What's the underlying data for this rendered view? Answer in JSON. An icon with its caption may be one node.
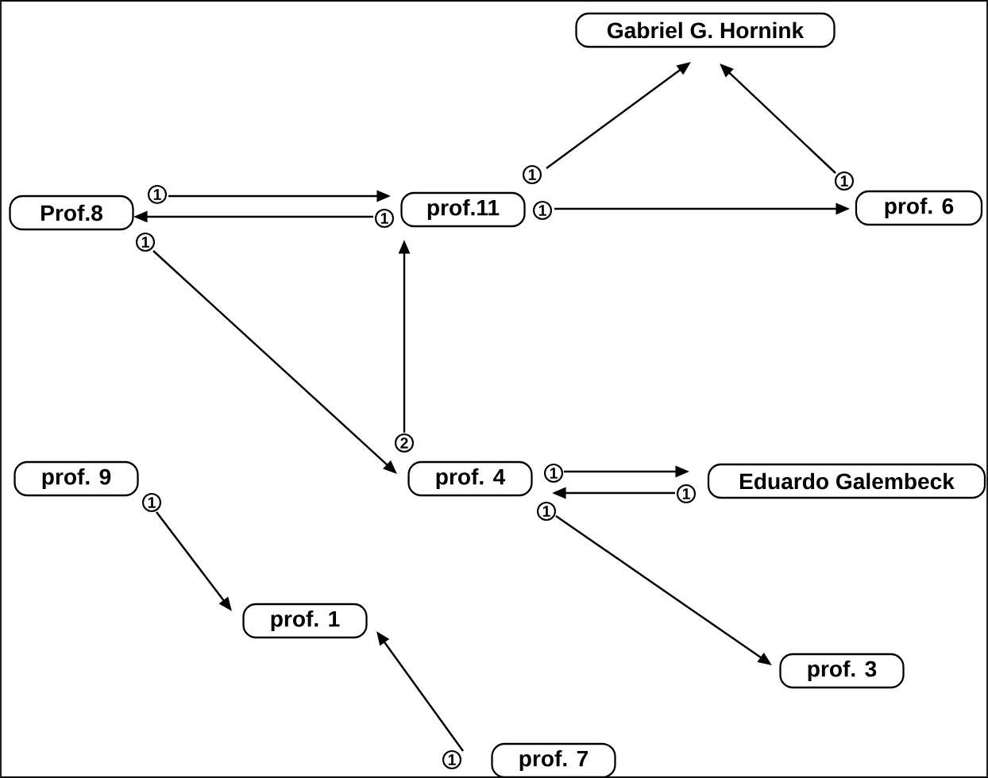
{
  "diagram": {
    "nodes": [
      {
        "text": [
          "Gabriel G. Hornink"
        ]
      },
      {
        "text": [
          "Prof.8"
        ]
      },
      {
        "text": [
          "prof.11"
        ]
      },
      {
        "text": [
          "prof. 6"
        ]
      },
      {
        "text": [
          "prof. 9"
        ]
      },
      {
        "text": [
          "prof. 4"
        ]
      },
      {
        "text": [
          "Eduardo Galembeck"
        ]
      },
      {
        "text": [
          "prof. 1"
        ]
      },
      {
        "text": [
          "prof. 3"
        ]
      },
      {
        "text": [
          "prof. 7"
        ]
      }
    ],
    "edges": [
      {
        "from": 2,
        "to": 0,
        "arrow": "to",
        "label": "1"
      },
      {
        "from": 3,
        "to": 0,
        "arrow": "to",
        "label": "1"
      },
      {
        "from": 1,
        "to": 2,
        "arrow": "to",
        "label": "1"
      },
      {
        "from": 2,
        "to": 1,
        "arrow": "to",
        "label": "1"
      },
      {
        "from": 2,
        "to": 3,
        "arrow": "to",
        "label": "1"
      },
      {
        "from": 1,
        "to": 5,
        "arrow": "to",
        "label": "1"
      },
      {
        "from": 5,
        "to": 2,
        "arrow": "to",
        "label": "2"
      },
      {
        "from": 5,
        "to": 6,
        "arrow": "to",
        "label": "1"
      },
      {
        "from": 6,
        "to": 5,
        "arrow": "to",
        "label": "1"
      },
      {
        "from": 5,
        "to": 8,
        "arrow": "to",
        "label": "1"
      },
      {
        "from": 4,
        "to": 7,
        "arrow": "to",
        "label": "1"
      },
      {
        "from": 9,
        "to": 7,
        "arrow": "to",
        "label": "1"
      }
    ]
  }
}
